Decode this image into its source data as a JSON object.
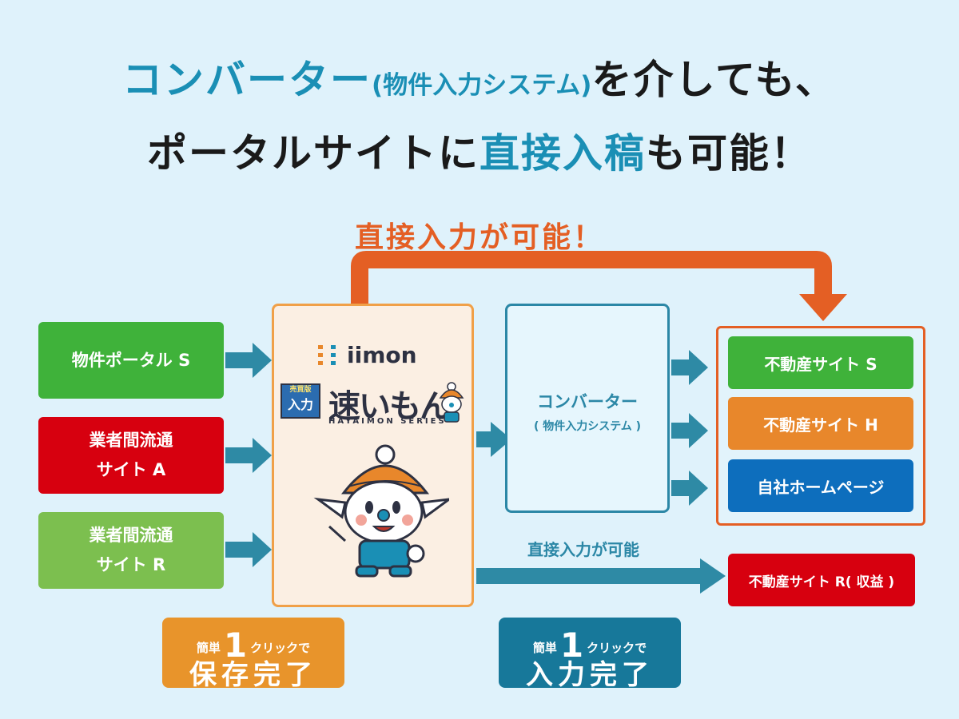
{
  "headline": {
    "line1_part1": "コンバーター",
    "line1_small": "(物件入力システム)",
    "line1_part2": "を介しても、",
    "line2_part1": "ポータルサイトに",
    "line2_highlight": "直接入稿",
    "line2_part2": "も可能！"
  },
  "callout": "直接入力が可能！",
  "sources": [
    {
      "line1": "物件ポータル S",
      "line2": "",
      "color": "#3fb23a"
    },
    {
      "line1": "業者間流通",
      "line2": "サイト A",
      "color": "#d7000f"
    },
    {
      "line1": "業者間流通",
      "line2": "サイト R",
      "color": "#7cbf4f"
    }
  ],
  "product": {
    "iimon_logo": "iimon",
    "hayaimon_logo": "速いもん",
    "hayaimon_badge": "入力",
    "hayaimon_badge_top": "売買版",
    "hayaimon_series": "HAYAIMON SERIES"
  },
  "converter": {
    "title": "コンバーター",
    "subtitle": "( 物件入力システム )"
  },
  "targets": [
    {
      "label": "不動産サイト S",
      "color": "#3fb23a"
    },
    {
      "label": "不動産サイト H",
      "color": "#e8872b"
    },
    {
      "label": "自社ホームページ",
      "color": "#0d6ebd"
    }
  ],
  "revenue_site": "不動産サイト R( 収益 )",
  "direct_label": "直接入力が可能",
  "badge_save": {
    "prefix": "簡単",
    "num": "1",
    "suffix": "クリックで",
    "main": "保存完了",
    "color": "#e8942b"
  },
  "badge_input": {
    "prefix": "簡単",
    "num": "1",
    "suffix": "クリックで",
    "main": "入力完了",
    "color": "#17789a"
  },
  "colors": {
    "orange_arrow": "#e45f24",
    "teal_arrow": "#2e8aa5",
    "background": "#dff2fb"
  }
}
